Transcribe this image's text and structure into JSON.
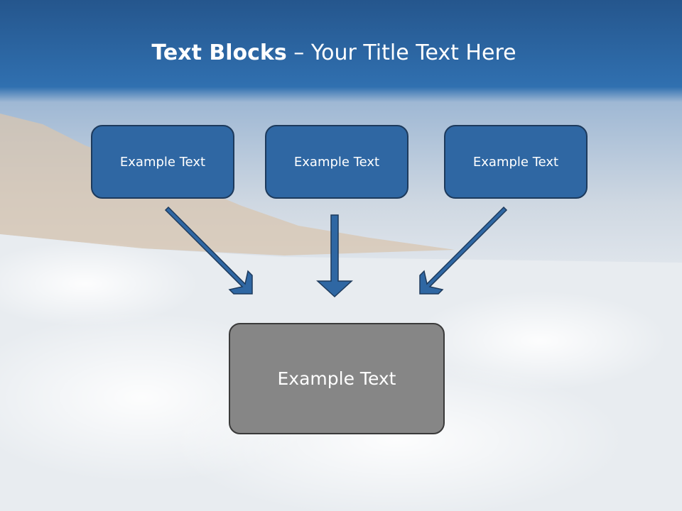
{
  "title": {
    "bold_part": "Text Blocks",
    "separator": " – ",
    "regular_part": "Your Title Text Here"
  },
  "blocks": [
    {
      "label": "Example Text"
    },
    {
      "label": "Example Text"
    },
    {
      "label": "Example Text"
    }
  ],
  "result_block": {
    "label": "Example Text"
  },
  "colors": {
    "header_blue": "#2a6aa8",
    "box_blue": "#2f67a3",
    "box_gray": "#868686",
    "arrow_blue": "#2f67a3"
  }
}
